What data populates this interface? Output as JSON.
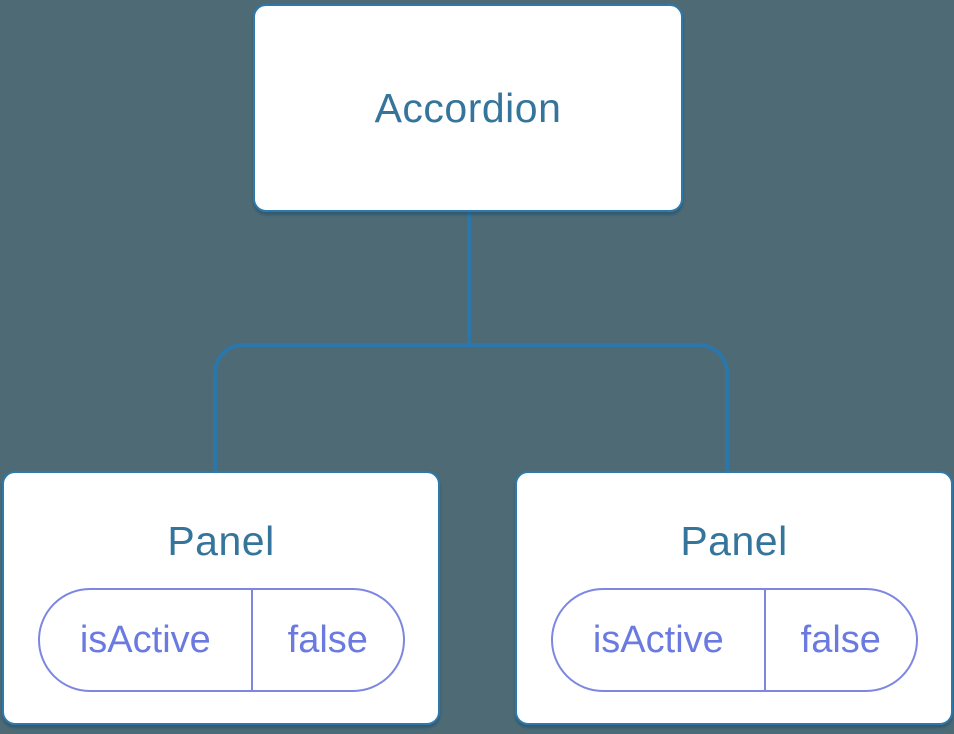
{
  "colors": {
    "background": "#4D6A75",
    "connector": "#2B77AC",
    "node_border": "#2E79AC",
    "node_background": "#FFFFFF",
    "node_text": "#35759B",
    "state_text": "#6B7AE0",
    "state_border": "#7D87E2"
  },
  "tree": {
    "root": {
      "label": "Accordion"
    },
    "children": [
      {
        "label": "Panel",
        "state": {
          "key": "isActive",
          "value": "false"
        }
      },
      {
        "label": "Panel",
        "state": {
          "key": "isActive",
          "value": "false"
        }
      }
    ]
  }
}
